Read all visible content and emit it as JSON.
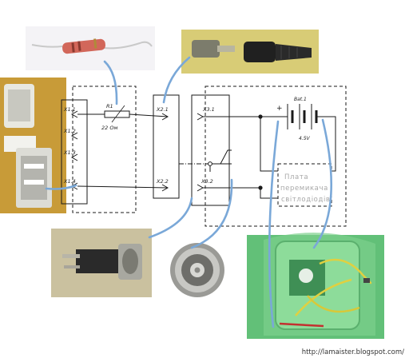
{
  "connectors": {
    "x1_pins": [
      "X1.1",
      "X1.2",
      "X1.3",
      "X1.4"
    ],
    "x2_pins": [
      "X2.1",
      "X2.2"
    ],
    "x3_pins": [
      "X3.1",
      "X3.2"
    ]
  },
  "resistor": {
    "ref": "R1",
    "value": "22 Ом"
  },
  "battery": {
    "ref": "Bat.1",
    "voltage": "4.5V",
    "plus": "+"
  },
  "plate_label": [
    "Плата",
    "перемикача",
    "світлодіодів"
  ],
  "footer": {
    "url": "http://lamaister.blogspot.com/"
  },
  "colors": {
    "wire": "#7aa8d8",
    "line": "#1a1a1a",
    "plate_text": "#a8a8a8"
  }
}
